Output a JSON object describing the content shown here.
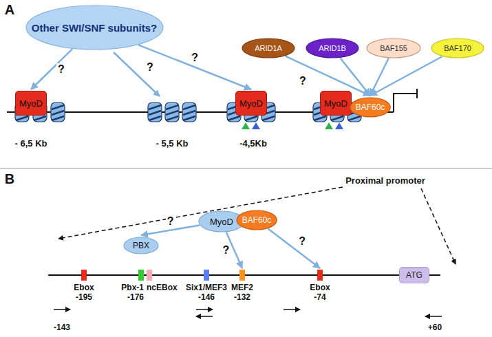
{
  "diagram": {
    "nodes": [
      {
        "text": [
          "Other SWI/SNF subunits?"
        ]
      },
      {
        "text": [
          "ARID1A"
        ]
      },
      {
        "text": [
          "ARID1B"
        ]
      },
      {
        "text": [
          "BAF155"
        ]
      },
      {
        "text": [
          "BAF170"
        ]
      },
      {
        "text": [
          "MyoD"
        ]
      },
      {
        "text": [
          "MyoD"
        ]
      },
      {
        "text": [
          "MyoD"
        ]
      },
      {
        "text": [
          "BAF60c"
        ]
      },
      {
        "text": [
          "MyoD"
        ]
      },
      {
        "text": [
          "BAF60c"
        ]
      },
      {
        "text": [
          "PBX"
        ]
      },
      {
        "text": [
          "Ebox",
          "-195"
        ]
      },
      {
        "text": [
          "Pbx-1",
          "-176"
        ]
      },
      {
        "text": [
          "ncEBox"
        ]
      },
      {
        "text": [
          "Six1/MEF3",
          "-146"
        ]
      },
      {
        "text": [
          "MEF2",
          "-132"
        ]
      },
      {
        "text": [
          "Ebox",
          "-74"
        ]
      },
      {
        "text": [
          "ATG"
        ]
      }
    ],
    "edges": [
      {
        "from": 0,
        "to": 5,
        "arrow": "to",
        "label": "?"
      },
      {
        "from": 0,
        "to": 6,
        "arrow": "to",
        "label": "?"
      },
      {
        "from": 1,
        "to": 8,
        "arrow": "to"
      },
      {
        "from": 2,
        "to": 8,
        "arrow": "to"
      },
      {
        "from": 3,
        "to": 8,
        "arrow": "to"
      },
      {
        "from": 4,
        "to": 8,
        "arrow": "to"
      },
      {
        "from": 9,
        "to": 11,
        "arrow": "to",
        "label": "?"
      },
      {
        "from": 9,
        "to": 16,
        "arrow": "to",
        "label": "?"
      },
      {
        "from": 10,
        "to": 17,
        "arrow": "to",
        "label": "?"
      }
    ],
    "labels": [
      "A",
      "?",
      "?",
      "- 6,5 Kb",
      "- 5,5 Kb",
      "-4,5Kb",
      "B",
      "Proximal promoter",
      "-143",
      "+60"
    ]
  }
}
